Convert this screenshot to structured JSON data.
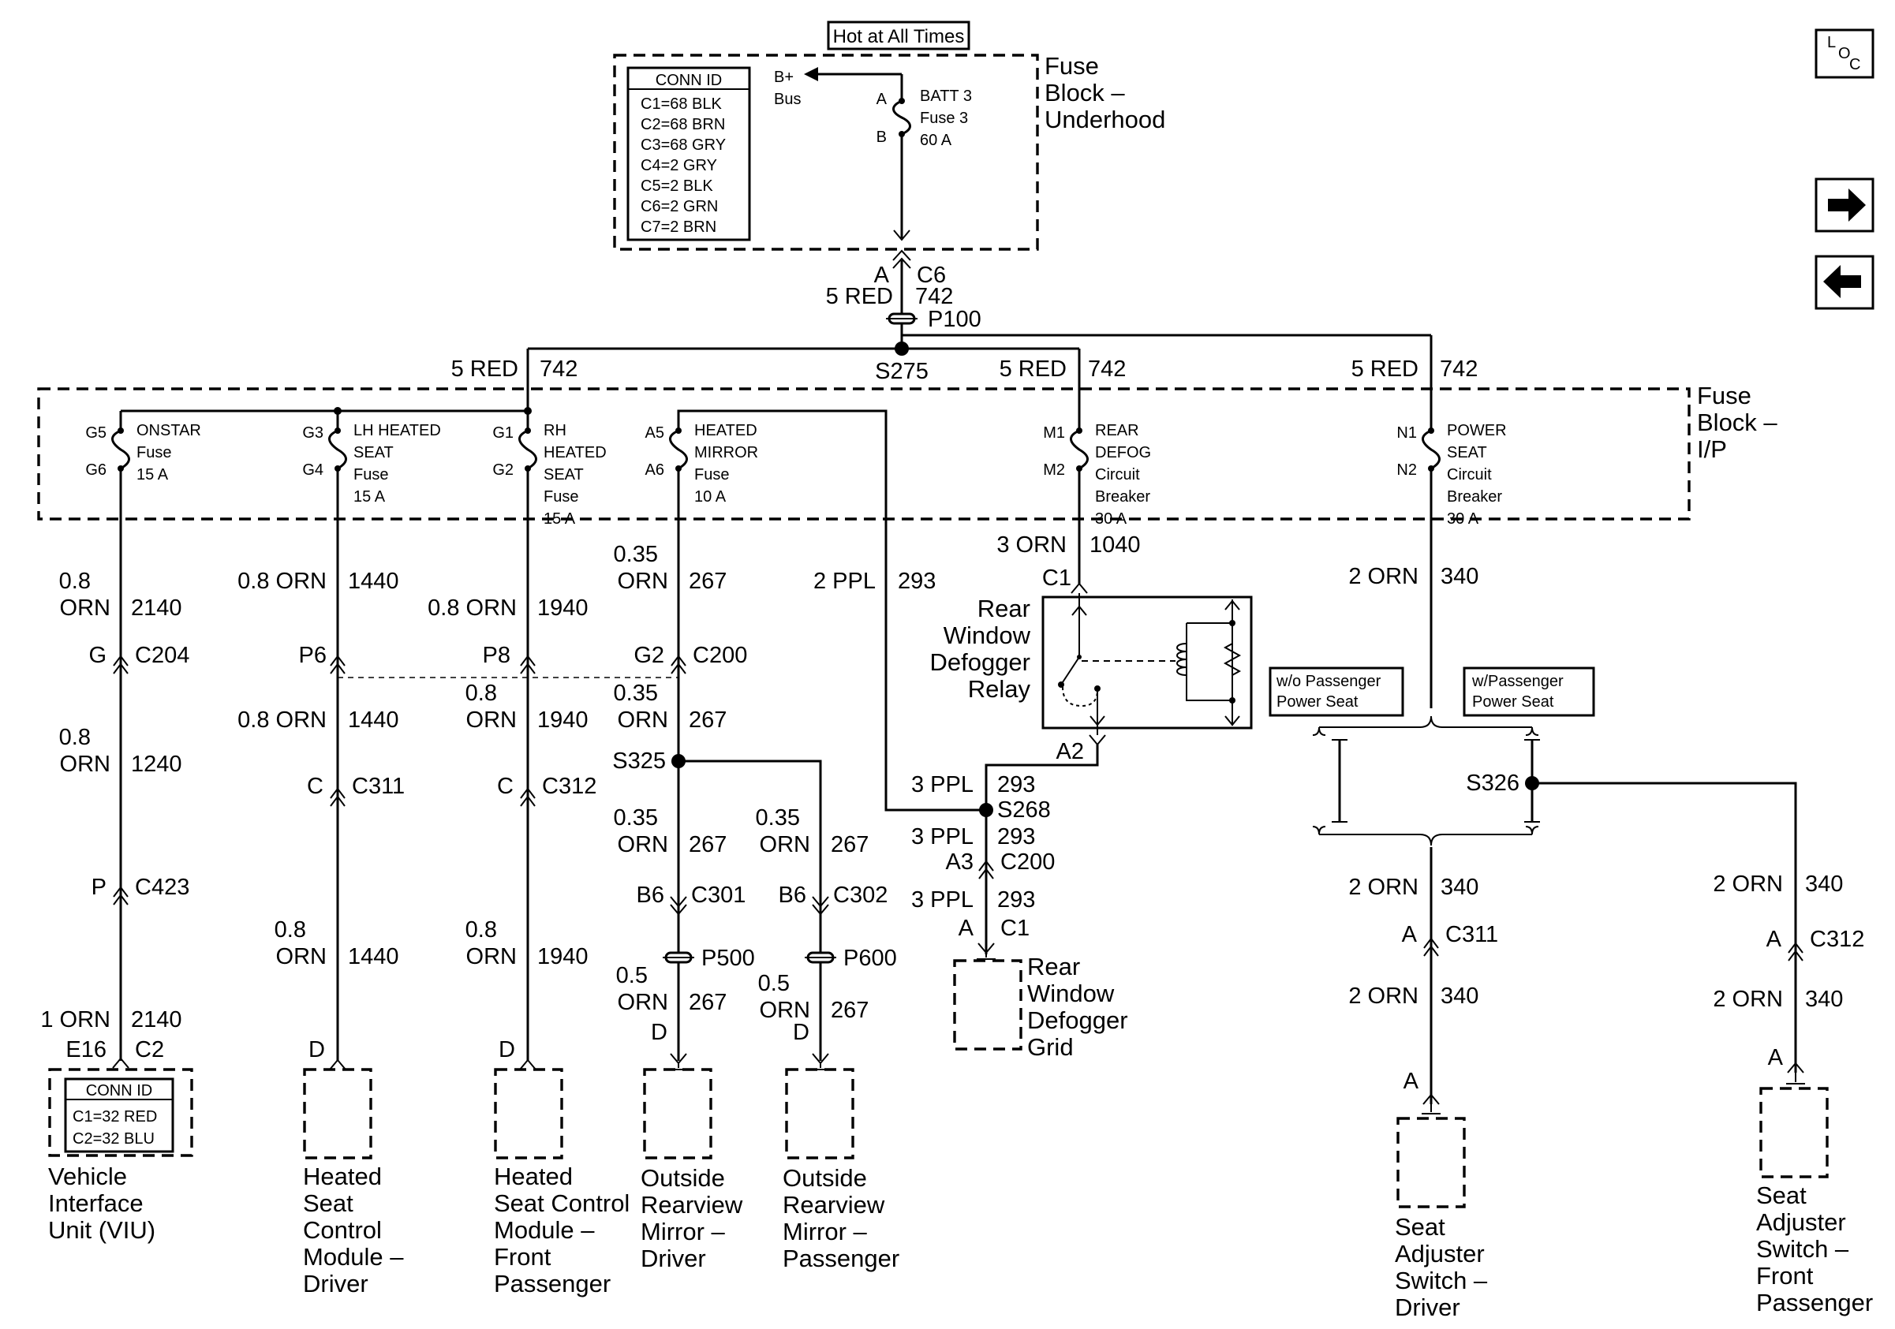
{
  "hot_label": "Hot at All Times",
  "nav": {
    "loc_l": "L",
    "loc_o": "O",
    "loc_c": "C"
  },
  "underhood": {
    "title": [
      "Fuse",
      "Block –",
      "Underhood"
    ],
    "conn_id_title": "CONN ID",
    "conn_ids": [
      "C1=68 BLK",
      "C2=68 BRN",
      "C3=68 GRY",
      "C4=2 GRY",
      "C5=2 BLK",
      "C6=2 GRN",
      "C7=2 BRN"
    ],
    "bplus": [
      "B+",
      "Bus"
    ],
    "pin_a": "A",
    "pin_b": "B",
    "fuse": [
      "BATT 3",
      "Fuse 3",
      "60 A"
    ]
  },
  "feed": {
    "pin": "A",
    "conn": "C6",
    "wire": "5 RED",
    "circuit": "742",
    "p100": "P100",
    "s275": "S275"
  },
  "bus_labels": [
    {
      "wire": "5 RED",
      "circuit": "742"
    },
    {
      "wire": "5 RED",
      "circuit": "742"
    },
    {
      "wire": "5 RED",
      "circuit": "742"
    }
  ],
  "ip_block": {
    "title": [
      "Fuse",
      "Block –",
      "I/P"
    ],
    "fuses": [
      {
        "in": "G5",
        "out": "G6",
        "name": [
          "ONSTAR",
          "Fuse",
          "15 A"
        ]
      },
      {
        "in": "G3",
        "out": "G4",
        "name": [
          "LH HEATED",
          "SEAT",
          "Fuse",
          "15 A"
        ]
      },
      {
        "in": "G1",
        "out": "G2",
        "name": [
          "RH",
          "HEATED",
          "SEAT",
          "Fuse",
          "15 A"
        ]
      },
      {
        "in": "A5",
        "out": "A6",
        "name": [
          "HEATED",
          "MIRROR",
          "Fuse",
          "10 A"
        ]
      },
      {
        "in": "M1",
        "out": "M2",
        "name": [
          "REAR",
          "DEFOG",
          "Circuit",
          "Breaker",
          "30 A"
        ]
      },
      {
        "in": "N1",
        "out": "N2",
        "name": [
          "POWER",
          "SEAT",
          "Circuit",
          "Breaker",
          "30 A"
        ]
      }
    ]
  },
  "onstar": {
    "w1": [
      "0.8",
      "ORN"
    ],
    "c1": "2140",
    "conn1": {
      "pin": "G",
      "id": "C204"
    },
    "w2": [
      "0.8",
      "ORN"
    ],
    "c2": "1240",
    "conn2": {
      "pin": "P",
      "id": "C423"
    },
    "w3": "1 ORN",
    "c3": "2140",
    "conn3": {
      "pin": "E16",
      "id": "C2"
    },
    "conn_id_title": "CONN ID",
    "conn_ids": [
      "C1=32 RED",
      "C2=32 BLU"
    ],
    "comp": [
      "Vehicle",
      "Interface",
      "Unit (VIU)"
    ]
  },
  "lh_seat": {
    "w1": "0.8 ORN",
    "c1": "1440",
    "conn1": {
      "pin": "P6"
    },
    "w2": "0.8 ORN",
    "c2": "1440",
    "conn2": {
      "pin": "C",
      "id": "C311"
    },
    "w3": [
      "0.8",
      "ORN"
    ],
    "c3": "1440",
    "conn3": {
      "pin": "D"
    },
    "comp": [
      "Heated",
      "Seat",
      "Control",
      "Module –",
      "Driver"
    ]
  },
  "rh_seat": {
    "w1": "0.8 ORN",
    "c1": "1940",
    "conn1": {
      "pin": "P8"
    },
    "w2": [
      "0.8",
      "ORN"
    ],
    "c2": "1940",
    "conn2": {
      "pin": "C",
      "id": "C312"
    },
    "w3": [
      "0.8",
      "ORN"
    ],
    "c3": "1940",
    "conn3": {
      "pin": "D"
    },
    "comp": [
      "Heated",
      "Seat Control",
      "Module –",
      "Front",
      "Passenger"
    ]
  },
  "mirror": {
    "w1": [
      "0.35",
      "ORN"
    ],
    "c1": "267",
    "conn1": {
      "pin": "G2",
      "id": "C200"
    },
    "w2": [
      "0.35",
      "ORN"
    ],
    "c2": "267",
    "splice": "S325",
    "drv": {
      "w": [
        "0.35",
        "ORN"
      ],
      "c": "267",
      "conn": {
        "pin": "B6",
        "id": "C301"
      },
      "p": "P500",
      "w2": [
        "0.5",
        "ORN"
      ],
      "c2": "267",
      "pin": "D",
      "comp": [
        "Outside",
        "Rearview",
        "Mirror –",
        "Driver"
      ]
    },
    "pas": {
      "w": [
        "0.35",
        "ORN"
      ],
      "c": "267",
      "conn": {
        "pin": "B6",
        "id": "C302"
      },
      "p": "P600",
      "w2": [
        "0.5",
        "ORN"
      ],
      "c2": "267",
      "pin": "D",
      "comp": [
        "Outside",
        "Rearview",
        "Mirror –",
        "Passenger"
      ]
    }
  },
  "ppl": {
    "w": "2 PPL",
    "c": "293"
  },
  "defog": {
    "w1": "3 ORN",
    "c1": "1040",
    "c1_conn": "C1",
    "relay": [
      "Rear",
      "Window",
      "Defogger",
      "Relay"
    ],
    "a2": "A2",
    "w2": "3 PPL",
    "c2": "293",
    "s268": "S268",
    "w3": "3 PPL",
    "c3": "293",
    "conn3": {
      "pin": "A3",
      "id": "C200"
    },
    "w4": "3 PPL",
    "c4": "293",
    "conn4": {
      "pin": "A",
      "id": "C1"
    },
    "grid": [
      "Rear",
      "Window",
      "Defogger",
      "Grid"
    ]
  },
  "power_seat": {
    "w1": "2 ORN",
    "c1": "340",
    "wo_label": [
      "w/o Passenger",
      "Power Seat"
    ],
    "w_label": [
      "w/Passenger",
      "Power Seat"
    ],
    "splice": "S326",
    "drv": {
      "w1": "2 ORN",
      "c1": "340",
      "conn": {
        "pin": "A",
        "id": "C311"
      },
      "w2": "2 ORN",
      "c2": "340",
      "pin": "A",
      "comp": [
        "Seat",
        "Adjuster",
        "Switch –",
        "Driver"
      ]
    },
    "pas": {
      "w1": "2 ORN",
      "c1": "340",
      "conn": {
        "pin": "A",
        "id": "C312"
      },
      "w2": "2 ORN",
      "c2": "340",
      "pin": "A",
      "comp": [
        "Seat",
        "Adjuster",
        "Switch –",
        "Front",
        "Passenger"
      ]
    }
  }
}
